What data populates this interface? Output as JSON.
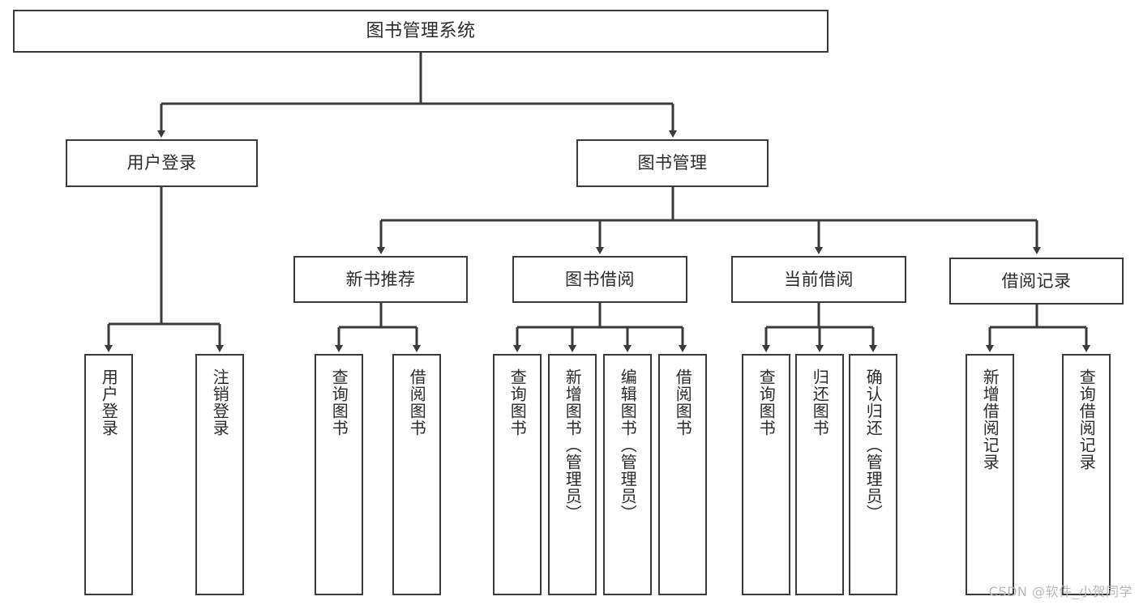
{
  "diagram": {
    "title": "图书管理系统",
    "type": "tree-hierarchy",
    "orientation": "top-down",
    "line_color": "#3a3a3a",
    "box_fill": "#ffffff",
    "text_color": "#2b2b2b"
  },
  "watermark": {
    "text": "CSDN @软件_小贺同学",
    "color": "#b9b9b9"
  },
  "nodes": {
    "root": {
      "label": "图书管理系统"
    },
    "level2": [
      {
        "label": "用户登录"
      },
      {
        "label": "图书管理"
      }
    ],
    "level3": [
      {
        "label": "新书推荐"
      },
      {
        "label": "图书借阅"
      },
      {
        "label": "当前借阅"
      },
      {
        "label": "借阅记录"
      }
    ],
    "leaves": {
      "user_login": [
        {
          "label": "用户登录"
        },
        {
          "label": "注销登录"
        }
      ],
      "new_book_recommend": [
        {
          "label": "查询图书"
        },
        {
          "label": "借阅图书"
        }
      ],
      "book_borrow": [
        {
          "label": "查询图书"
        },
        {
          "label": "新增图书（管理员）"
        },
        {
          "label": "编辑图书（管理员）"
        },
        {
          "label": "借阅图书"
        }
      ],
      "current_borrow": [
        {
          "label": "查询图书"
        },
        {
          "label": "归还图书"
        },
        {
          "label": "确认归还（管理员）"
        }
      ],
      "borrow_record": [
        {
          "label": "新增借阅记录"
        },
        {
          "label": "查询借阅记录"
        }
      ]
    }
  }
}
